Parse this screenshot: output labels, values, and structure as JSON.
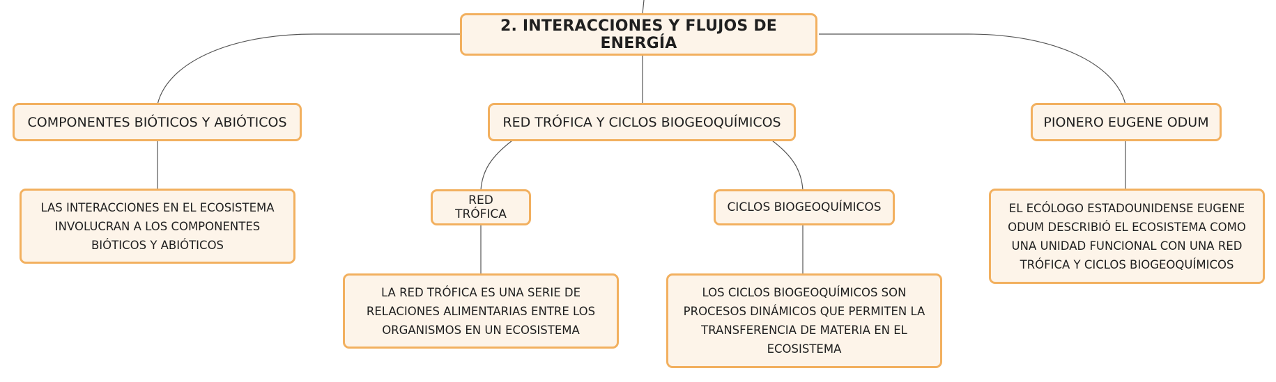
{
  "diagram": {
    "root": {
      "label": "2. INTERACCIONES Y FLUJOS DE ENERGÍA"
    },
    "branches": {
      "bioticos": {
        "label": "COMPONENTES BIÓTICOS Y ABIÓTICOS",
        "detail": "LAS INTERACCIONES EN EL ECOSISTEMA INVOLUCRAN A LOS COMPONENTES BIÓTICOS Y ABIÓTICOS"
      },
      "red_ciclos": {
        "label": "RED TRÓFICA Y CICLOS BIOGEOQUÍMICOS",
        "red_trofica": {
          "label": "RED TRÓFICA",
          "detail": "LA RED TRÓFICA ES UNA SERIE DE RELACIONES ALIMENTARIAS ENTRE LOS ORGANISMOS EN UN ECOSISTEMA"
        },
        "ciclos": {
          "label": "CICLOS BIOGEOQUÍMICOS",
          "detail": "LOS CICLOS BIOGEOQUÍMICOS SON PROCESOS DINÁMICOS QUE PERMITEN LA TRANSFERENCIA DE MATERIA EN EL ECOSISTEMA"
        }
      },
      "odum": {
        "label": "PIONERO EUGENE ODUM",
        "detail": "EL ECÓLOGO ESTADOUNIDENSE EUGENE ODUM DESCRIBIÓ EL ECOSISTEMA COMO UNA UNIDAD FUNCIONAL CON UNA RED TRÓFICA Y CICLOS BIOGEOQUÍMICOS"
      }
    },
    "colors": {
      "node_fill": "#fdf4e9",
      "node_border": "#f2b05f",
      "connector": "#555555",
      "text": "#1f1f1f"
    }
  }
}
